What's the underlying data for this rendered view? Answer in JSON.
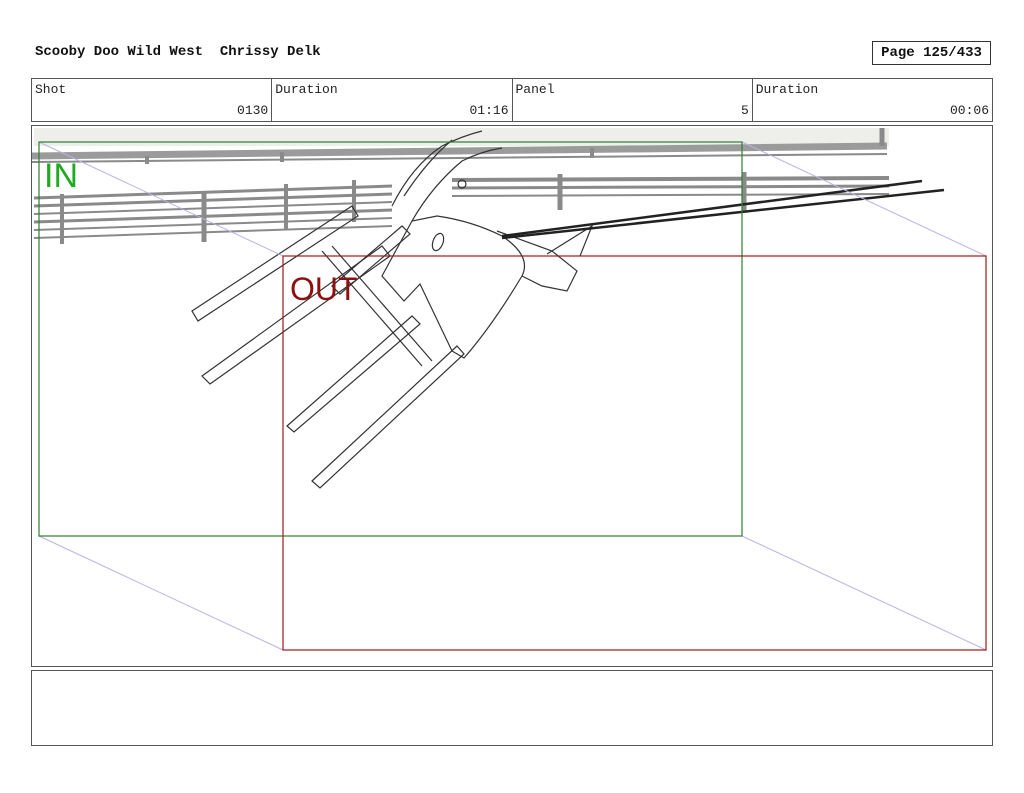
{
  "header": {
    "title": "Scooby Doo Wild West  Chrissy Delk",
    "page": "Page 125/433"
  },
  "info": [
    {
      "label": "Shot",
      "value": "0130"
    },
    {
      "label": "Duration",
      "value": "01:16"
    },
    {
      "label": "Panel",
      "value": "5"
    },
    {
      "label": "Duration",
      "value": "00:06"
    }
  ],
  "panel": {
    "in_label": "IN",
    "out_label": "OUT",
    "colors": {
      "in_frame": "#2e7d32",
      "in_text": "#1faa1f",
      "out_frame": "#a01818",
      "out_text": "#8b1010",
      "camera_path": "#b9b3e6"
    }
  },
  "notes": {
    "text": ""
  }
}
